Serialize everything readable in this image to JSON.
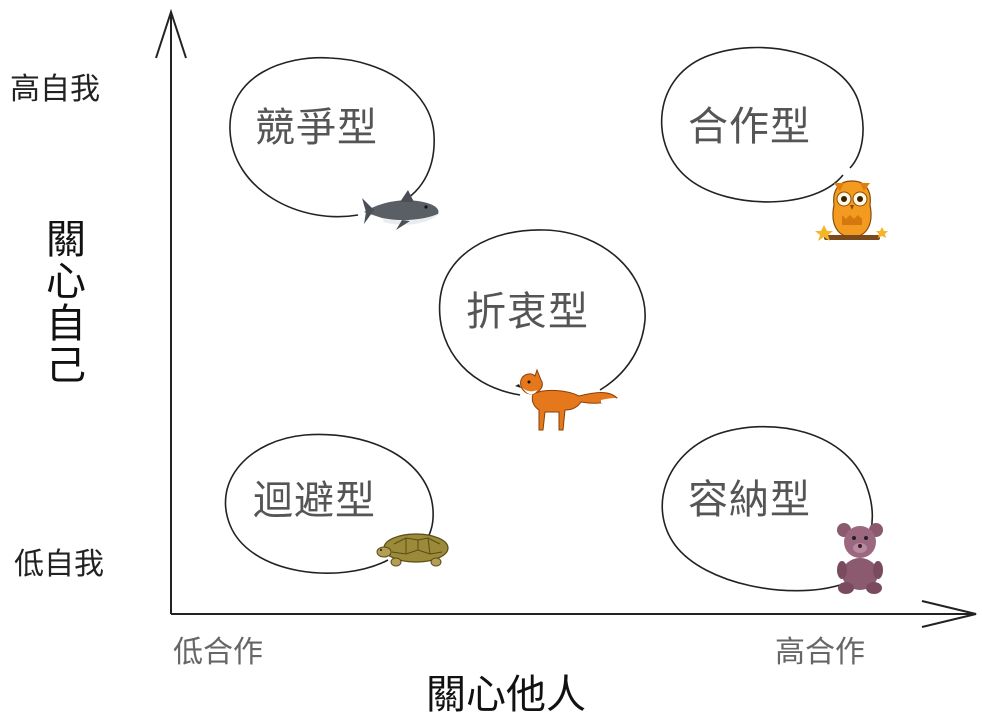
{
  "y_axis": {
    "title": "關心自己",
    "high_label": "高自我",
    "low_label": "低自我"
  },
  "x_axis": {
    "title": "關心他人",
    "low_label": "低合作",
    "high_label": "高合作"
  },
  "styles": {
    "competing": {
      "label": "競爭型",
      "animal": "shark-icon"
    },
    "collaborating": {
      "label": "合作型",
      "animal": "owl-icon"
    },
    "compromising": {
      "label": "折衷型",
      "animal": "fox-icon"
    },
    "avoiding": {
      "label": "迴避型",
      "animal": "turtle-icon"
    },
    "accommodating": {
      "label": "容納型",
      "animal": "teddy-bear-icon"
    }
  }
}
